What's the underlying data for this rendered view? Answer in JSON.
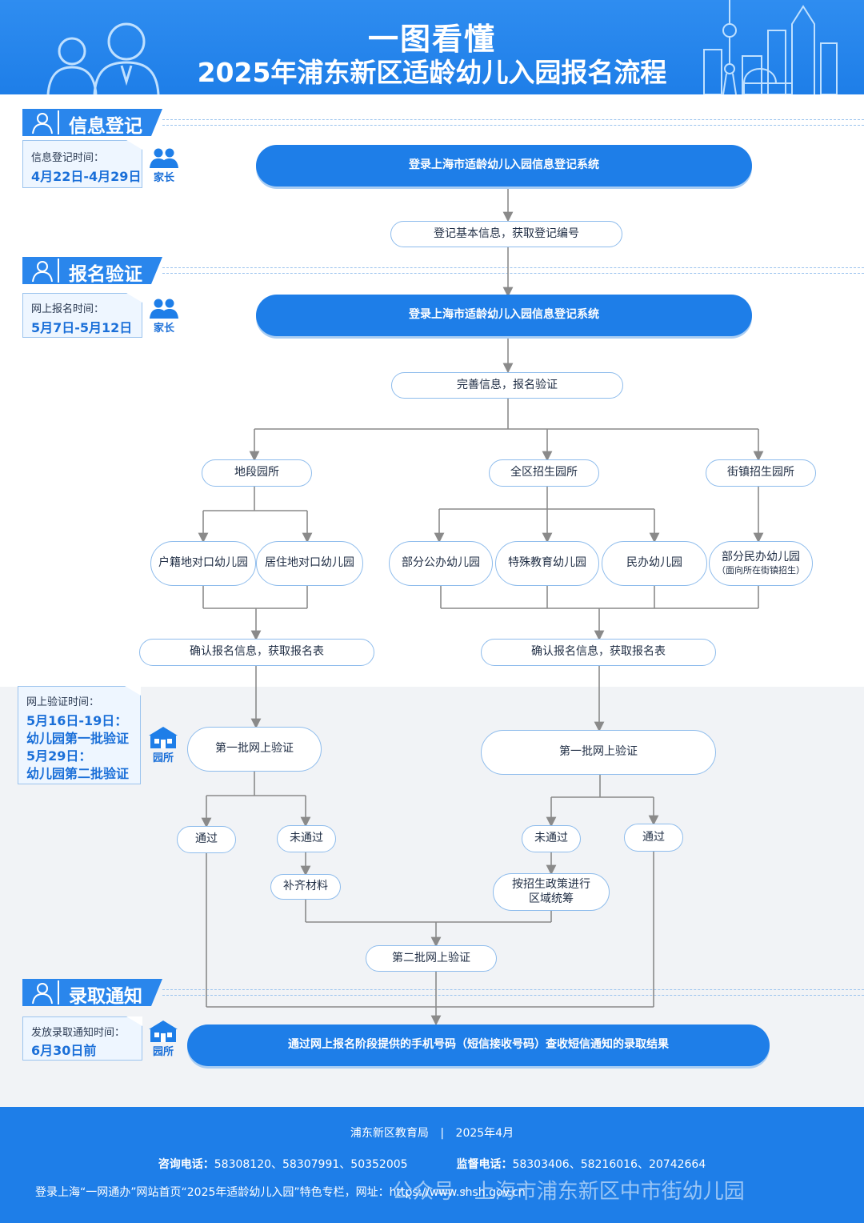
{
  "header": {
    "title": "一图看懂",
    "subtitle": "2025年浦东新区适龄幼儿入园报名流程"
  },
  "sections": {
    "register": "信息登记",
    "apply": "报名验证",
    "admit": "录取通知"
  },
  "cards": {
    "register": {
      "label": "信息登记时间：",
      "value": "4月22日-4月29日"
    },
    "apply": {
      "label": "网上报名时间：",
      "value": "5月7日-5月12日"
    },
    "verify": {
      "label": "网上验证时间：",
      "lines": [
        "5月16日-19日：",
        "幼儿园第一批验证",
        "5月29日：",
        "幼儿园第二批验证"
      ]
    },
    "admit": {
      "label": "发放录取通知时间：",
      "value": "6月30日前"
    }
  },
  "roles": {
    "parent": "家长",
    "kindergarten": "园所"
  },
  "flow": {
    "login1": "登录上海市适龄幼儿入园信息登记系统",
    "basic_info": "登记基本信息，获取登记编号",
    "login2": "登录上海市适龄幼儿入园信息登记系统",
    "complete_info": "完善信息，报名验证",
    "district": "地段园所",
    "all_area": "全区招生园所",
    "street": "街镇招生园所",
    "huji": "户籍地对口幼儿园",
    "juzhu": "居住地对口幼儿园",
    "public_part": "部分公办幼儿园",
    "special": "特殊教育幼儿园",
    "private": "民办幼儿园",
    "private_part": "部分民办幼儿园",
    "private_part_note": "（面向所在街镇招生）",
    "confirm_left": "确认报名信息，获取报名表",
    "confirm_right": "确认报名信息，获取报名表",
    "verify1_left": "第一批网上验证",
    "verify1_right": "第一批网上验证",
    "pass_left": "通过",
    "fail_left": "未通过",
    "fail_right": "未通过",
    "pass_right": "通过",
    "supplement": "补齐材料",
    "coordinate_1": "按招生政策进行",
    "coordinate_2": "区域统筹",
    "verify2": "第二批网上验证",
    "final": "通过网上报名阶段提供的手机号码（短信接收号码）查收短信通知的录取结果"
  },
  "footer": {
    "org": "浦东新区教育局",
    "date": "2025年4月",
    "consult_label": "咨询电话：",
    "consult_numbers": "58308120、58307991、50352005",
    "supervise_label": "监督电话：",
    "supervise_numbers": "58303406、58216016、20742664",
    "note": "登录上海“一网通办”网站首页“2025年适龄幼儿入园”特色专栏，网址：https://www.shsh.gov.cn",
    "watermark": "公众号 · 上海市浦东新区中市街幼儿园"
  },
  "colors": {
    "primary": "#1e7ee8",
    "banner": "#2a86ec",
    "node_border": "#8ebcec",
    "accent_text": "#1a6fd8"
  }
}
